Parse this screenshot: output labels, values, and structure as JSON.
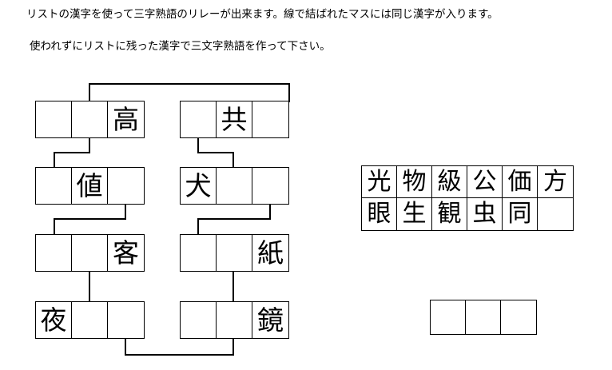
{
  "instructions": {
    "line1": "リストの漢字を使って三字熟語のリレーが出来ます。線で結ばれたマスには同じ漢字が入ります。",
    "line2": "使われずにリストに残った漢字で三文字熟語を作って下さい。"
  },
  "puzzle": {
    "left_column": {
      "rows": [
        {
          "cells": [
            "",
            "",
            "高"
          ]
        },
        {
          "cells": [
            "",
            "値",
            ""
          ]
        },
        {
          "cells": [
            "",
            "",
            "客"
          ]
        },
        {
          "cells": [
            "夜",
            "",
            ""
          ]
        }
      ]
    },
    "right_column": {
      "rows": [
        {
          "cells": [
            "",
            "共",
            ""
          ]
        },
        {
          "cells": [
            "犬",
            "",
            ""
          ]
        },
        {
          "cells": [
            "",
            "",
            "紙"
          ]
        },
        {
          "cells": [
            "",
            "",
            "鏡"
          ]
        }
      ]
    }
  },
  "kanji_list": {
    "row1": [
      "光",
      "物",
      "級",
      "公",
      "価",
      "方"
    ],
    "row2": [
      "眼",
      "生",
      "観",
      "虫",
      "同",
      ""
    ]
  },
  "answer_box": {
    "cells": [
      "",
      "",
      ""
    ]
  },
  "colors": {
    "ink": "#000000",
    "paper": "#ffffff"
  }
}
